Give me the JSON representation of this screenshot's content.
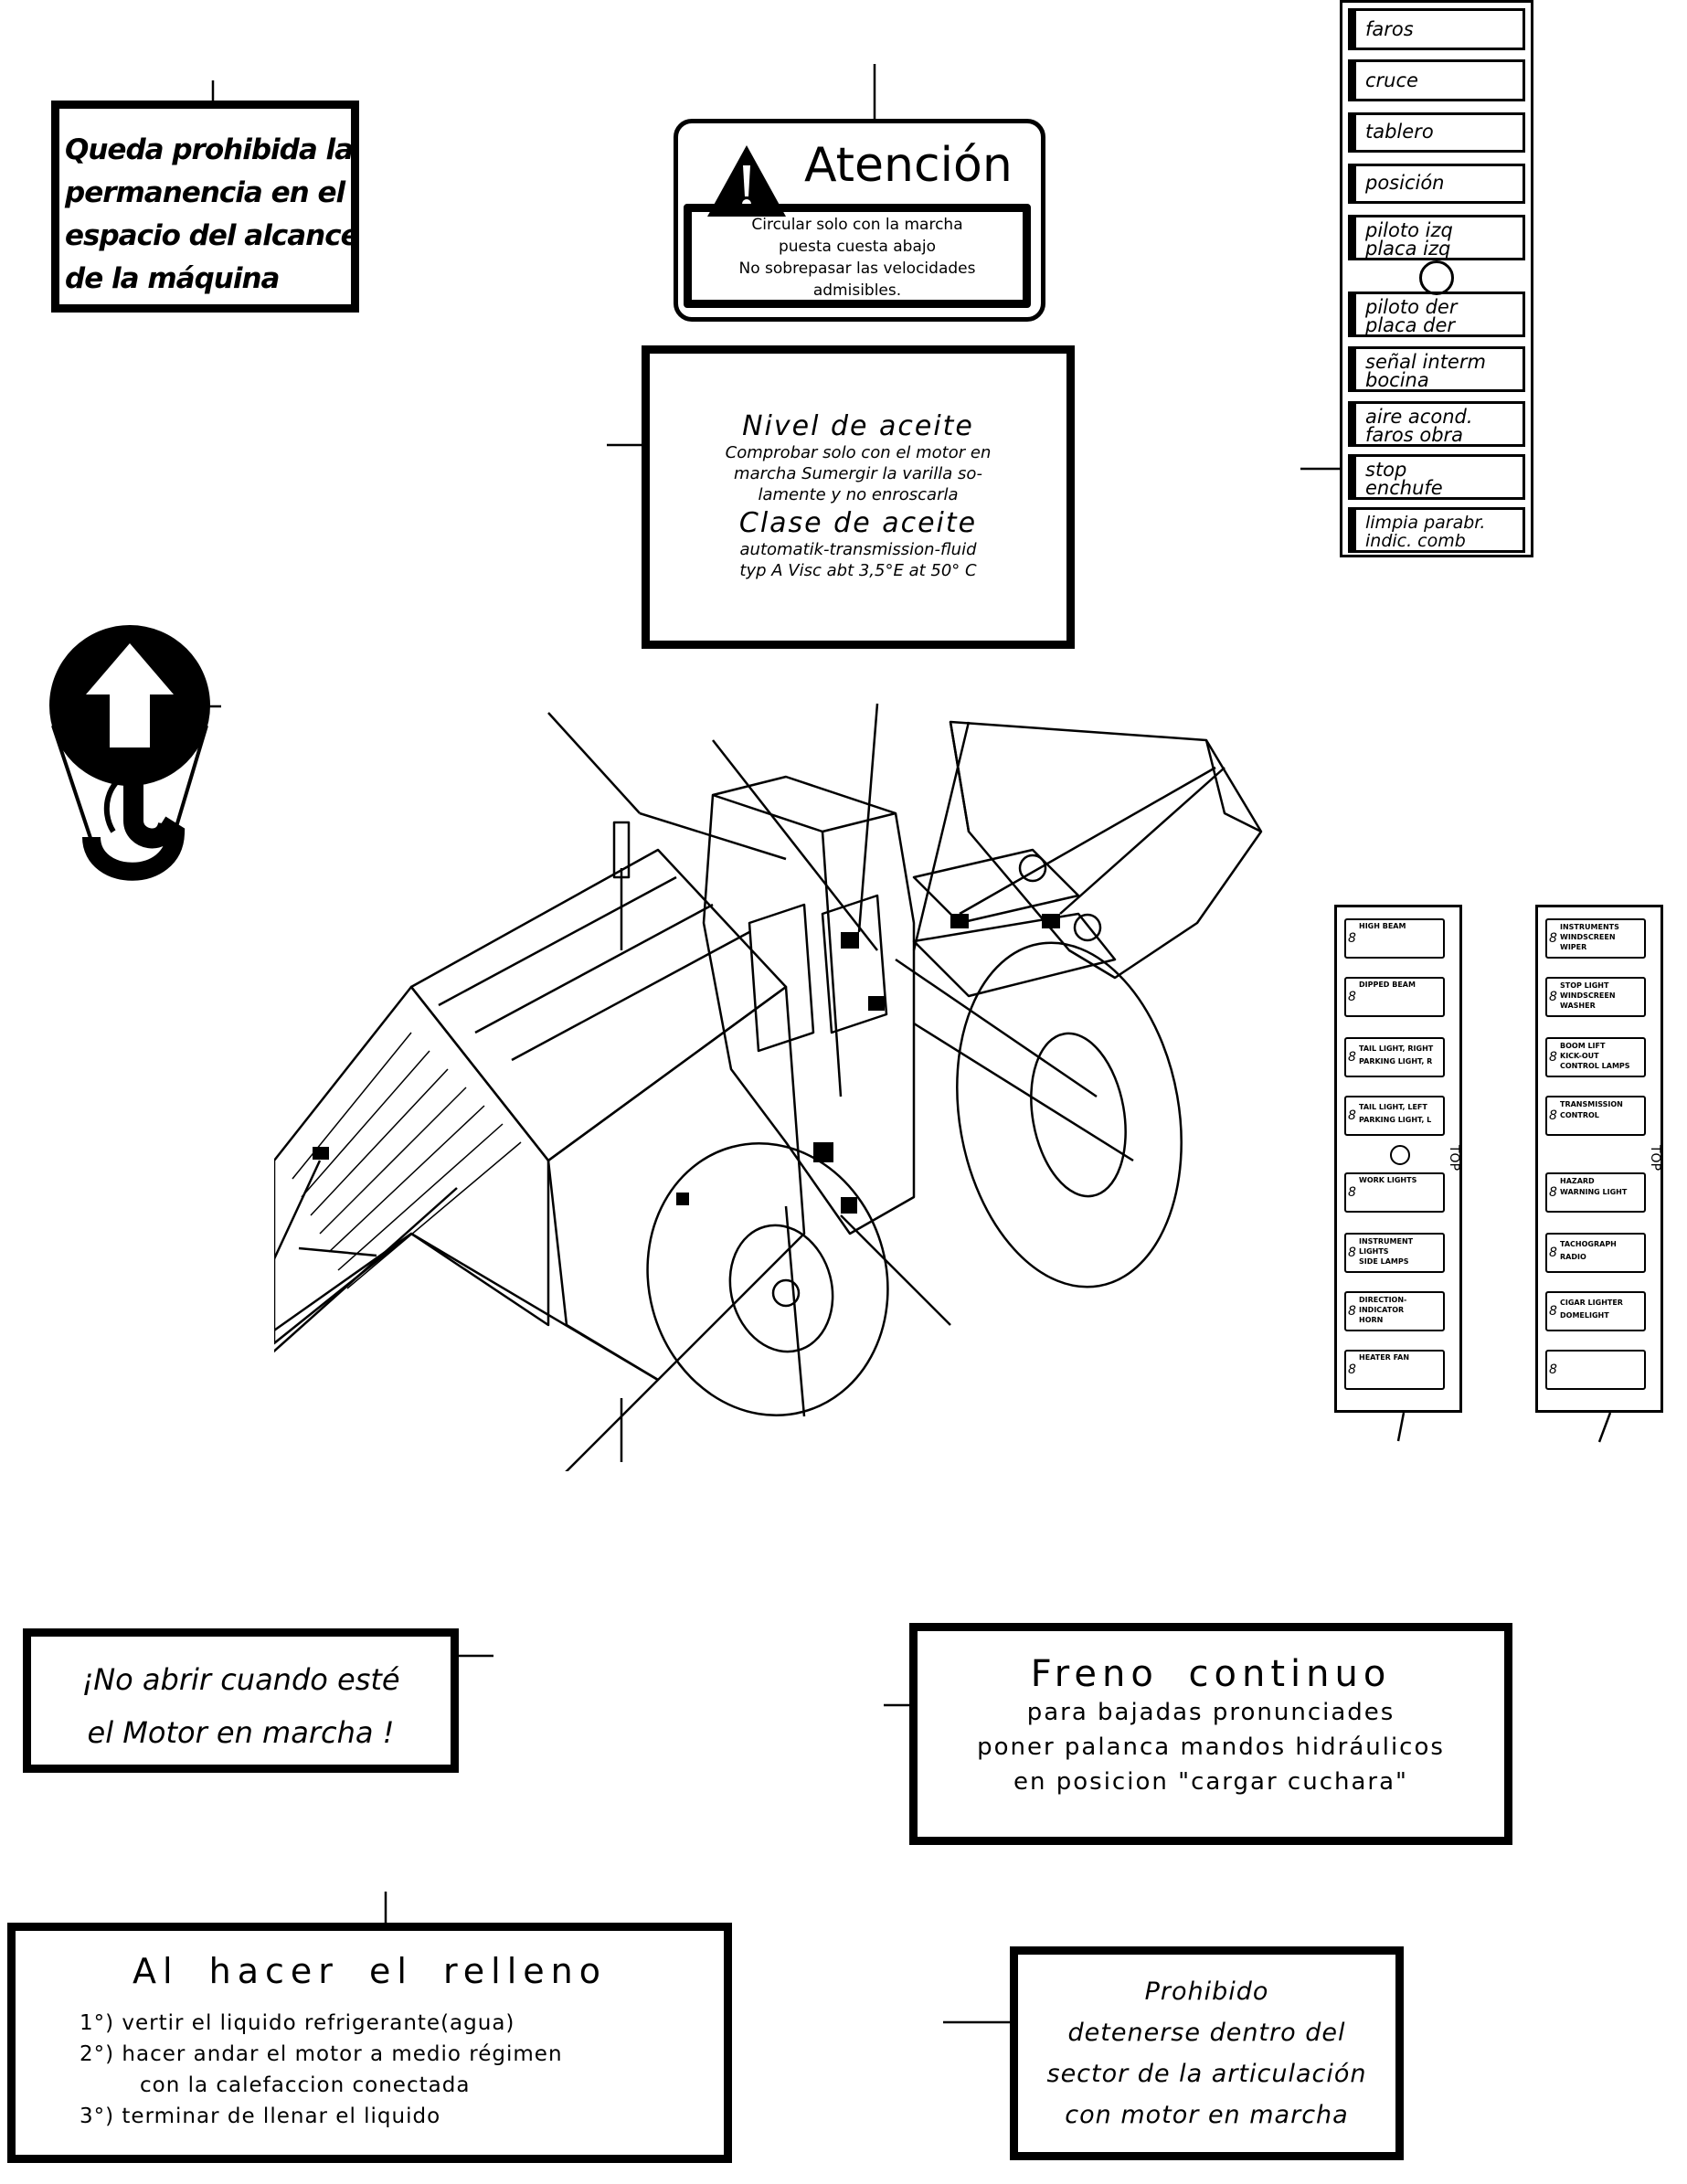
{
  "label_prohibida": {
    "lines": [
      "Queda prohibida la",
      "permanencia en el",
      "espacio del alcance",
      "de la máquina"
    ]
  },
  "label_atencion": {
    "title": "Atención",
    "lines": [
      "Circular solo con la marcha",
      "puesta cuesta abajo",
      "No sobrepasar las velocidades",
      "admisibles."
    ]
  },
  "label_aceite": {
    "title1": "Nivel de aceite",
    "body1": [
      "Comprobar solo con el motor en",
      "marcha Sumergir la varilla so-",
      "lamente y no enroscarla"
    ],
    "title2": "Clase de aceite",
    "body2": [
      "automatik-transmission-fluid",
      "typ A Visc abt 3,5°E at 50° C"
    ]
  },
  "fuse_spanish": {
    "items": [
      [
        "faros"
      ],
      [
        "cruce"
      ],
      [
        "tablero"
      ],
      [
        "posición"
      ],
      [
        "piloto izq",
        "placa izq"
      ],
      [
        "piloto der",
        "placa der"
      ],
      [
        "señal interm",
        "bocina"
      ],
      [
        "aire acond.",
        "faros obra"
      ],
      [
        "stop",
        "enchufe"
      ],
      [
        "limpia parabr.",
        "indic. comb"
      ]
    ]
  },
  "fuse_left": {
    "top_label": "TOP",
    "fuse_number": "8",
    "items": [
      [
        "HIGH BEAM"
      ],
      [
        "DIPPED BEAM"
      ],
      [
        "TAIL LIGHT, RIGHT",
        "PARKING LIGHT, R"
      ],
      [
        "TAIL LIGHT, LEFT",
        "PARKING LIGHT, L"
      ],
      [
        "WORK LIGHTS"
      ],
      [
        "INSTRUMENT",
        "LIGHTS",
        "SIDE LAMPS"
      ],
      [
        "DIRECTION-",
        "INDICATOR",
        "HORN"
      ],
      [
        "HEATER FAN"
      ]
    ]
  },
  "fuse_right": {
    "top_label": "TOP",
    "fuse_number": "8",
    "items": [
      [
        "INSTRUMENTS",
        "WINDSCREEN",
        "WIPER"
      ],
      [
        "STOP LIGHT",
        "WINDSCREEN",
        "WASHER"
      ],
      [
        "BOOM LIFT",
        "KICK-OUT",
        "CONTROL LAMPS"
      ],
      [
        "TRANSMISSION",
        "CONTROL"
      ],
      [
        "HAZARD",
        "WARNING LIGHT"
      ],
      [
        "TACHOGRAPH",
        "RADIO"
      ],
      [
        "CIGAR LIGHTER",
        "DOMELIGHT"
      ],
      [
        ""
      ]
    ]
  },
  "label_no_abrir": {
    "lines": [
      "¡No abrir cuando esté",
      "el Motor en marcha !"
    ]
  },
  "label_freno": {
    "title": "Freno continuo",
    "lines": [
      "para bajadas pronunciades",
      "poner palanca mandos hidráulicos",
      "en posicion \"cargar cuchara\""
    ]
  },
  "label_relleno": {
    "title": "Al hacer el relleno",
    "lines": [
      "1°) vertir el liquido refrigerante(agua)",
      "2°) hacer andar el motor a medio régimen",
      "con la calefaccion conectada",
      "3°) terminar de llenar el liquido"
    ]
  },
  "label_articulacion": {
    "lines": [
      "Prohibido",
      "detenerse dentro del",
      "sector de la articulación",
      "con motor en marcha"
    ]
  }
}
